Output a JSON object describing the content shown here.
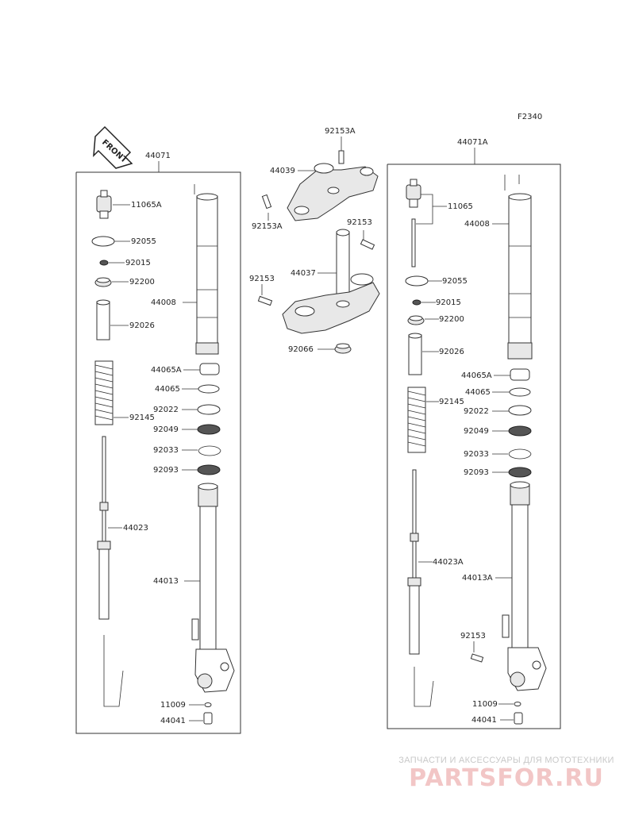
{
  "header": {
    "code": "F2340"
  },
  "front_arrow": {
    "label": "FRONT"
  },
  "left_assembly": {
    "part_number": "44071",
    "labels": {
      "p11065a": "11065A",
      "p92055": "92055",
      "p92015": "92015",
      "p92200": "92200",
      "p92026": "92026",
      "p44008": "44008",
      "p44065a": "44065A",
      "p44065": "44065",
      "p92022": "92022",
      "p92145": "92145",
      "p92049": "92049",
      "p92033": "92033",
      "p92093": "92093",
      "p44023": "44023",
      "p44013": "44013",
      "p11009": "11009",
      "p44041": "44041"
    }
  },
  "steering": {
    "labels": {
      "p92153a_top": "92153A",
      "p44039": "44039",
      "p92153a_left": "92153A",
      "p92153_right": "92153",
      "p44037": "44037",
      "p92153_left": "92153",
      "p92066": "92066"
    }
  },
  "right_assembly": {
    "part_number": "44071A",
    "labels": {
      "p11065": "11065",
      "p44008": "44008",
      "p92055": "92055",
      "p92015": "92015",
      "p92200": "92200",
      "p92026": "92026",
      "p44065a": "44065A",
      "p44065": "44065",
      "p92145": "92145",
      "p92022": "92022",
      "p92049": "92049",
      "p92033": "92033",
      "p92093": "92093",
      "p44023a": "44023A",
      "p44013a": "44013A",
      "p92153": "92153",
      "p11009": "11009",
      "p44041": "44041"
    }
  },
  "watermark": {
    "tagline": "ЗАПЧАСТИ И АКСЕССУАРЫ ДЛЯ МОТОТЕХНИКИ",
    "logo": "PARTSFOR.RU"
  }
}
